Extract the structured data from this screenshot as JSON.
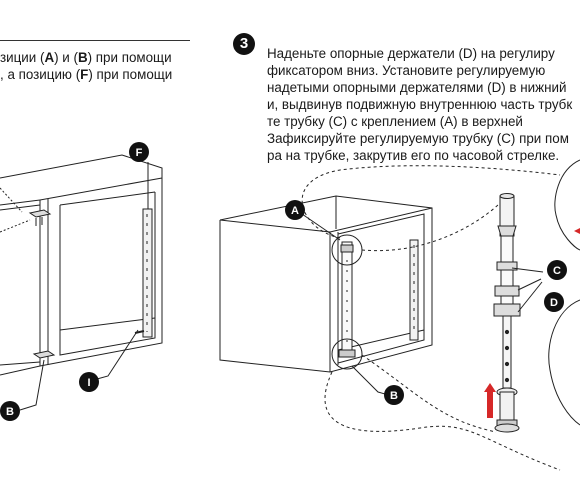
{
  "left_text": {
    "line1_a": "зиции (",
    "line1_b": "A",
    "line1_c": ") и (",
    "line1_d": "B",
    "line1_e": ") при помощи",
    "line2_a": ", а позицию (",
    "line2_b": "F",
    "line2_c": ") при помощи"
  },
  "step": {
    "number": "3",
    "lines": [
      "Наденьте опорные держатели (D) на регулиру",
      "фиксатором вниз. Установите регулируемую",
      "надетыми опорными держателями (D) в нижний",
      "и, выдвинув подвижную внутреннюю часть трубк",
      "те трубку (C) с креплением (A) в верхней",
      "Зафиксируйте регулируемую трубку (C) при пом",
      "ра на трубке, закрутив его по часовой стрелке."
    ]
  },
  "callouts": {
    "F": "F",
    "I": "I",
    "B_left": "B",
    "A": "A",
    "B_right": "B",
    "C": "C",
    "D": "D"
  },
  "colors": {
    "arrow": "#d62828",
    "badge": "#111111",
    "line": "#222222"
  }
}
